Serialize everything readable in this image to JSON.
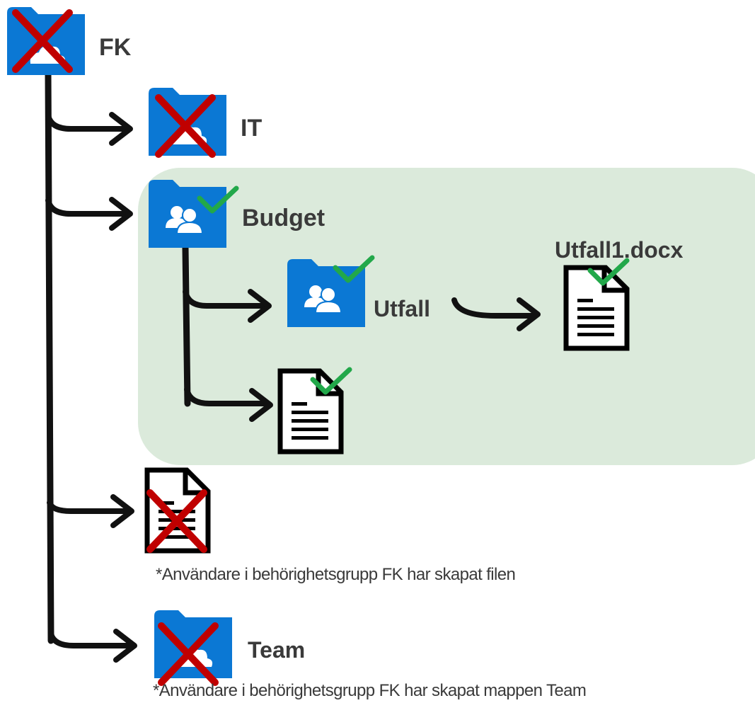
{
  "nodes": {
    "fk": {
      "label": "FK"
    },
    "it": {
      "label": "IT"
    },
    "budget": {
      "label": "Budget"
    },
    "utfall": {
      "label": "Utfall"
    },
    "utfall_doc": {
      "label": "Utfall1.docx"
    },
    "team": {
      "label": "Team"
    }
  },
  "notes": {
    "file_note": "*Användare i behörighetsgrupp FK har skapat filen",
    "team_note": "*Användare i behörighetsgrupp FK har skapat mappen Team"
  },
  "colors": {
    "folder_blue": "#0b78d4",
    "cross_red": "#c00000",
    "check_green": "#22a84a",
    "highlight_bg": "#dbeadb",
    "line_black": "#111111"
  }
}
